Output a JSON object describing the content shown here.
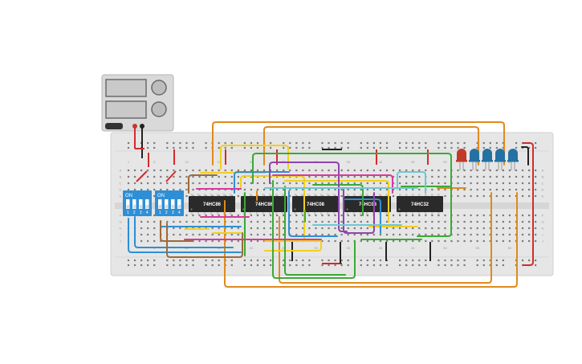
{
  "chips": [
    {
      "label": "74HC86"
    },
    {
      "label": "74HC86"
    },
    {
      "label": "74HC08"
    },
    {
      "label": "74HC08"
    },
    {
      "label": "74HC32"
    }
  ],
  "dip_switches": [
    {
      "on_label": "ON",
      "numbers": [
        "1",
        "2",
        "3",
        "4"
      ]
    },
    {
      "on_label": "ON",
      "numbers": [
        "1",
        "2",
        "3",
        "4"
      ]
    }
  ],
  "breadboard": {
    "column_numbers": [
      "1",
      "5",
      "10",
      "15",
      "20",
      "25",
      "30",
      "35",
      "40",
      "45",
      "50",
      "55",
      "60"
    ],
    "row_letters_top": [
      "A",
      "B",
      "C",
      "D",
      "E"
    ],
    "row_letters_bottom": [
      "F",
      "G",
      "H",
      "I",
      "J"
    ]
  },
  "leds": [
    {
      "color": "#c0392b"
    },
    {
      "color": "#2471a3"
    },
    {
      "color": "#2471a3"
    },
    {
      "color": "#2471a3"
    },
    {
      "color": "#2471a3"
    }
  ],
  "colors": {
    "orange": "#e08a1e",
    "yellow": "#f2cf1d",
    "green": "#3aaa35",
    "blue": "#2e8fd6",
    "purple": "#8e44ad",
    "magenta": "#d63a9c",
    "brown": "#9c6b3a",
    "red": "#d62a2a",
    "black": "#222222",
    "cyan": "#6fc7d6"
  }
}
